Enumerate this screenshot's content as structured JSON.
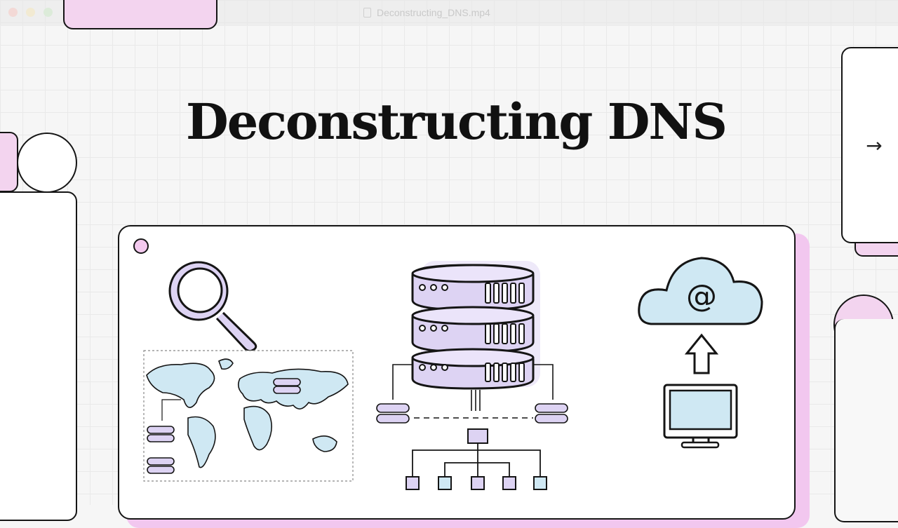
{
  "window": {
    "title": "Deconstructing_DNS.mp4",
    "controls": [
      "close",
      "minimize",
      "zoom"
    ]
  },
  "slide": {
    "title": "Deconstructing DNS",
    "next_icon": "arrow-right-icon",
    "next_glyph": "→"
  },
  "illustration": {
    "icons": [
      "search-icon",
      "world-map-icon",
      "server-stack-icon",
      "cloud-email-icon",
      "upload-arrow-icon",
      "monitor-icon",
      "hierarchy-tree-icon"
    ],
    "email_glyph": "@"
  },
  "colors": {
    "accent_pink": "#f3d4ef",
    "accent_lilac": "#d9cdf2",
    "accent_blue": "#cfe8f3",
    "outline": "#151515"
  }
}
